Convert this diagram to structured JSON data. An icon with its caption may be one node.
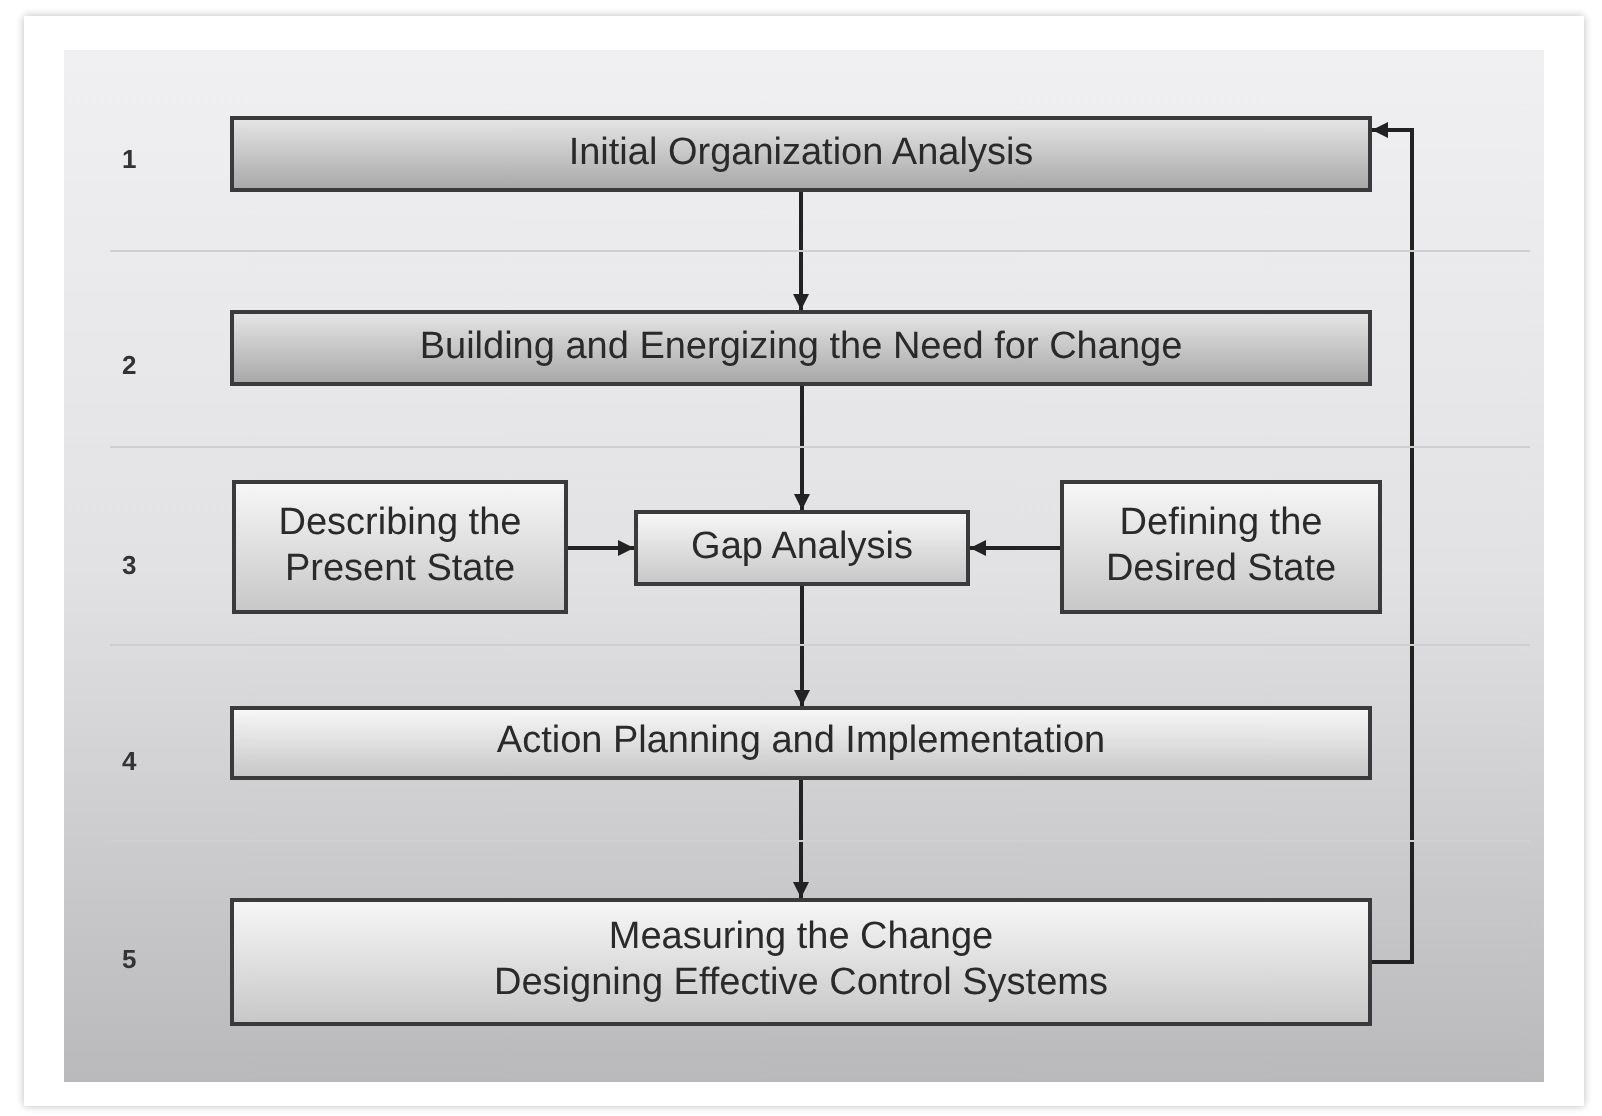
{
  "diagram": {
    "nodes": [
      {
        "text": [
          "Initial Organization Analysis"
        ]
      },
      {
        "text": [
          "Building and Energizing the Need for Change"
        ]
      },
      {
        "text": [
          "Describing the Present State"
        ]
      },
      {
        "text": [
          "Gap Analysis"
        ]
      },
      {
        "text": [
          "Defining the Desired State"
        ]
      },
      {
        "text": [
          "Action Planning and Implementation"
        ]
      },
      {
        "text": [
          "Measuring the Change",
          "Designing Effective Control Systems"
        ]
      }
    ],
    "edges": [
      {
        "from": 0,
        "to": 1,
        "arrow": "to"
      },
      {
        "from": 1,
        "to": 3,
        "arrow": "to"
      },
      {
        "from": 2,
        "to": 3,
        "arrow": "to"
      },
      {
        "from": 4,
        "to": 3,
        "arrow": "to"
      },
      {
        "from": 3,
        "to": 5,
        "arrow": "to"
      },
      {
        "from": 5,
        "to": 6,
        "arrow": "to"
      },
      {
        "from": 6,
        "to": 0,
        "arrow": "to"
      }
    ],
    "labels": [
      "1",
      "2",
      "3",
      "4",
      "5"
    ]
  }
}
